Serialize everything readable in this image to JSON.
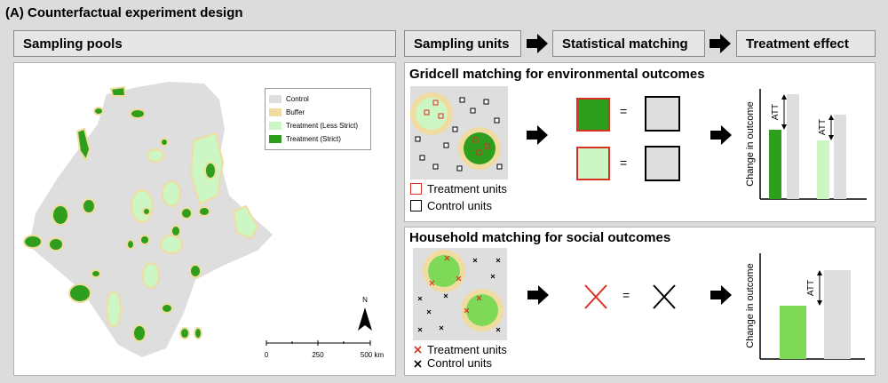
{
  "figure_title": "(A) Counterfactual experiment design",
  "headers": {
    "sampling_pools": "Sampling pools",
    "sampling_units": "Sampling units",
    "statistical_matching": "Statistical matching",
    "treatment_effect": "Treatment effect"
  },
  "map": {
    "legend": [
      {
        "label": "Control",
        "color": "#dedede"
      },
      {
        "label": "Buffer",
        "color": "#f0dca0"
      },
      {
        "label": "Treatment (Less Strict)",
        "color": "#ccf6c4"
      },
      {
        "label": "Treatment (Strict)",
        "color": "#2e9e1e"
      }
    ],
    "north_label": "N",
    "scale": {
      "ticks": [
        "0",
        "250",
        "500 km"
      ]
    }
  },
  "gridcell": {
    "title": "Gridcell matching for environmental outcomes",
    "legend_treatment": "Treatment units",
    "legend_control": "Control units",
    "eq": "=",
    "ylabel": "Change in outcome",
    "att": "ATT"
  },
  "household": {
    "title": "Household matching for social outcomes",
    "legend_treatment": "Treatment units",
    "legend_control": "Control units",
    "eq": "=",
    "ylabel": "Change in outcome",
    "att": "ATT"
  },
  "colors": {
    "strict": "#2e9e1e",
    "less_strict": "#ccf6c4",
    "buffer": "#f0dca0",
    "control": "#dedede",
    "red": "#d93025"
  }
}
